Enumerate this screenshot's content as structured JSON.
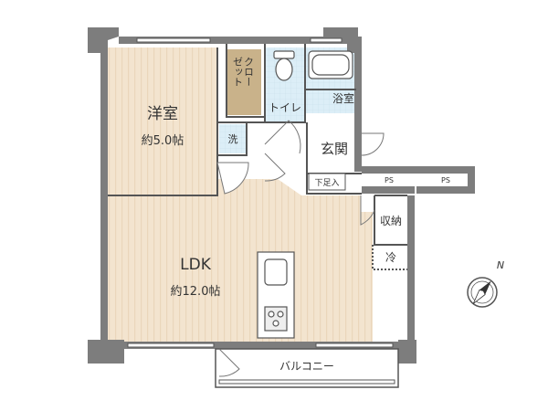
{
  "rooms": {
    "western": {
      "name": "洋室",
      "size": "約5.0帖"
    },
    "closet": {
      "label": "クローゼット",
      "line1": "クロー",
      "line2": "ゼット"
    },
    "toilet": {
      "label": "トイレ"
    },
    "bath": {
      "label": "浴室"
    },
    "laundry": {
      "label": "洗"
    },
    "entrance": {
      "label": "玄関"
    },
    "shoe_box": {
      "label": "下足入"
    },
    "storage": {
      "label": "収納"
    },
    "fridge": {
      "label": "冷"
    },
    "ldk": {
      "name": "LDK",
      "size": "約12.0帖"
    },
    "balcony": {
      "label": "バルコニー"
    },
    "ps_left": {
      "label": "PS"
    },
    "ps_right": {
      "label": "PS"
    }
  },
  "compass": {
    "label": "N"
  },
  "colors": {
    "wall": "#7d7d7d",
    "floor_wood": "#f3e4cf",
    "floor_stripe": "#ead6bb",
    "closet_fill": "#c9b28a",
    "wet_area": "#dceef7",
    "line": "#555555"
  }
}
